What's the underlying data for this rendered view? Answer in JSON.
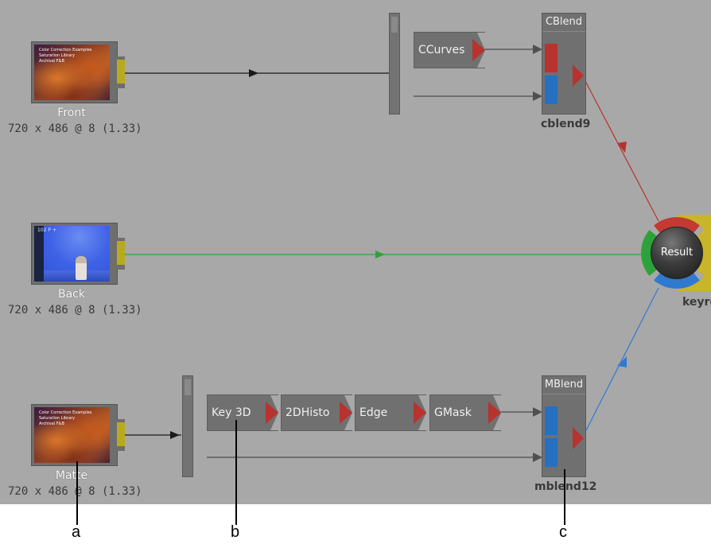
{
  "clips": [
    {
      "name": "Front",
      "resolution": "720 x 486 @ 8 (1.33)",
      "thumb_text": "Color Correction Examples\nSaturation Library\nArchival F&B"
    },
    {
      "name": "Back",
      "resolution": "720 x 486 @ 8 (1.33)",
      "thumb_text": "102 P +"
    },
    {
      "name": "Matte",
      "resolution": "720 x 486 @ 8 (1.33)",
      "thumb_text": "Color Correction Examples\nSaturation Library\nArchival F&B"
    }
  ],
  "tools": {
    "ccurves": "CCurves",
    "key3d": "Key 3D",
    "histo": "2DHisto",
    "edge": "Edge",
    "gmask": "GMask"
  },
  "blends": {
    "cblend": {
      "header": "CBlend",
      "label": "cblend9"
    },
    "mblend": {
      "header": "MBlend",
      "label": "mblend12"
    }
  },
  "result": {
    "label": "Result",
    "node_label": "keyre"
  },
  "callouts": {
    "a": "a",
    "b": "b",
    "c": "c"
  },
  "colors": {
    "canvas": "#a8a8a8",
    "front_wire": "#1a1a1a",
    "back_wire": "#2ea23a",
    "cblend_wire": "#b8322e",
    "mblend_wire": "#2f7ad0",
    "port_red": "#b8322e",
    "port_blue": "#2570c0",
    "output_yellow": "#b8aa1e"
  }
}
